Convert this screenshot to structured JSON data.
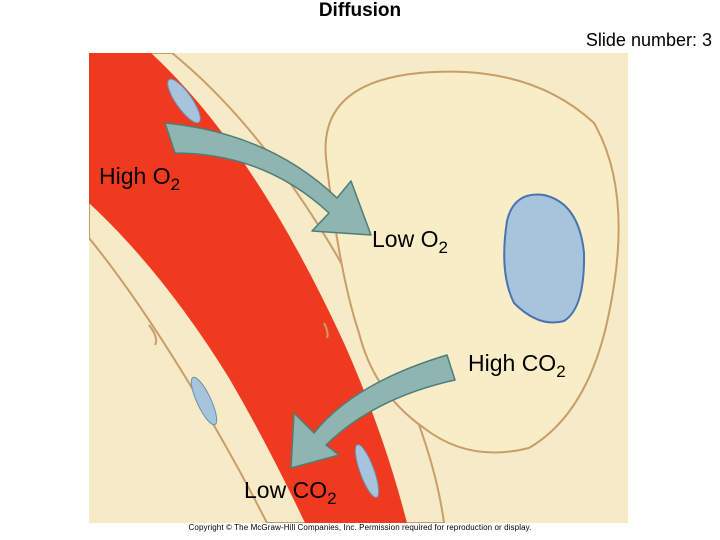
{
  "header": {
    "title": "Diffusion",
    "slide_number": "Slide number: 3"
  },
  "labels": {
    "high_o2": {
      "text": "High O",
      "sub": "2"
    },
    "low_o2": {
      "text": "Low O",
      "sub": "2"
    },
    "high_co2": {
      "text": "High CO",
      "sub": "2"
    },
    "low_co2": {
      "text": "Low CO",
      "sub": "2"
    }
  },
  "footer": {
    "copyright": "Copyright © The McGraw-Hill Companies, Inc. Permission required for reproduction or display."
  },
  "colors": {
    "blood": "#f03a1f",
    "vessel_wall": "#f7eac6",
    "outline": "#c89d6a",
    "cell": "#f8edc7",
    "nucleus": "#a6c4dc",
    "arrow": "#8eb5b0"
  }
}
